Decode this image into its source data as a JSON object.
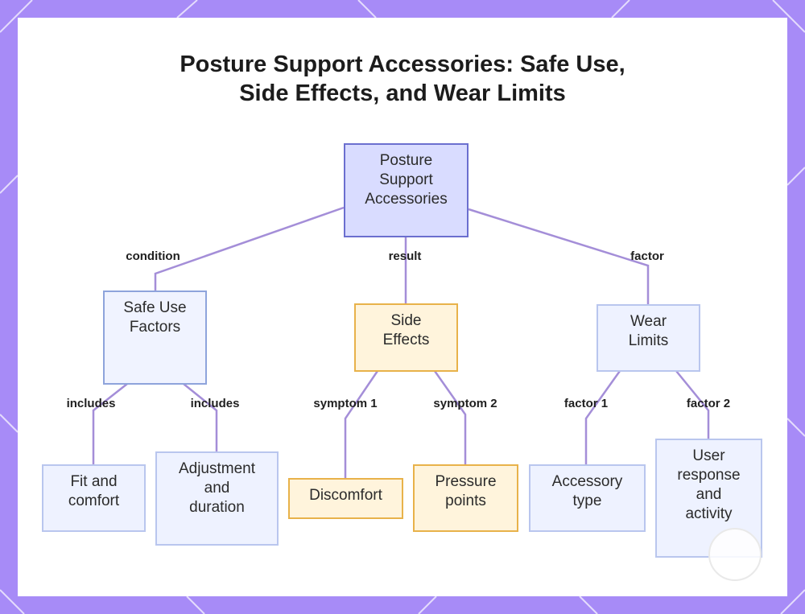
{
  "title": "Posture Support Accessories: Safe Use, Side Effects, and Wear Limits",
  "colors": {
    "background": "#a78bf7",
    "edge": "#a48ed8",
    "root_fill": "#d9dcff",
    "side_effect_fill": "#fff4dc"
  },
  "nodes": {
    "root": "Posture\nSupport\nAccessories",
    "safe_use": "Safe Use\nFactors",
    "side_effects": "Side\nEffects",
    "wear_limits": "Wear\nLimits",
    "fit": "Fit and\ncomfort",
    "adjustment": "Adjustment\nand\nduration",
    "discomfort": "Discomfort",
    "pressure": "Pressure\npoints",
    "accessory": "Accessory\ntype",
    "user_response": "User\nresponse\nand\nactivity"
  },
  "edges": {
    "condition": "condition",
    "result": "result",
    "factor": "factor",
    "includes_1": "includes",
    "includes_2": "includes",
    "symptom_1": "symptom 1",
    "symptom_2": "symptom 2",
    "factor_1": "factor 1",
    "factor_2": "factor 2"
  }
}
